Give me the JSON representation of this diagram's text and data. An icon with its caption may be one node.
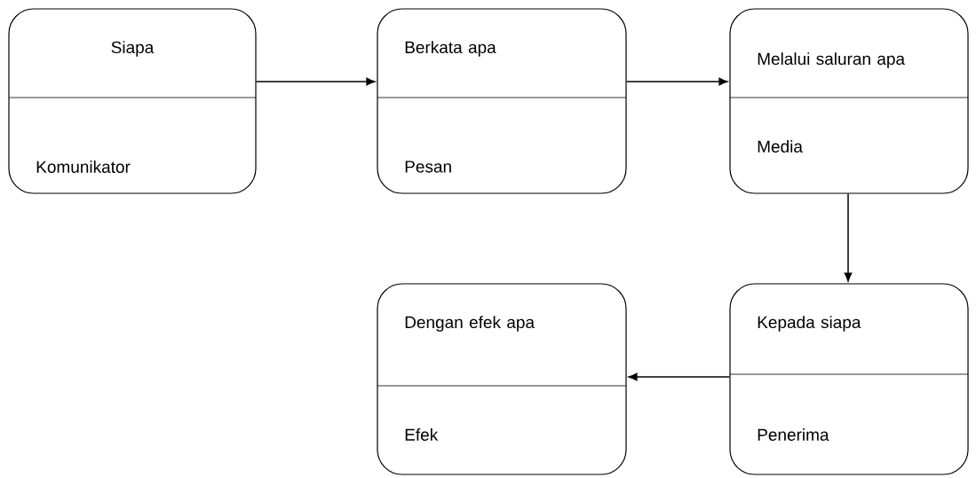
{
  "diagram": {
    "nodes": [
      {
        "text": [
          "Siapa",
          "Komunikator"
        ]
      },
      {
        "text": [
          "Berkata apa",
          "Pesan"
        ]
      },
      {
        "text": [
          "Melalui saluran apa",
          "Media"
        ]
      },
      {
        "text": [
          "Dengan efek apa",
          "Efek"
        ]
      },
      {
        "text": [
          "Kepada siapa",
          "Penerima"
        ]
      }
    ],
    "edges": [
      {
        "from": 0,
        "to": 1,
        "arrow": "to"
      },
      {
        "from": 1,
        "to": 2,
        "arrow": "to"
      },
      {
        "from": 2,
        "to": 4,
        "arrow": "to"
      },
      {
        "from": 4,
        "to": 3,
        "arrow": "to"
      }
    ]
  }
}
